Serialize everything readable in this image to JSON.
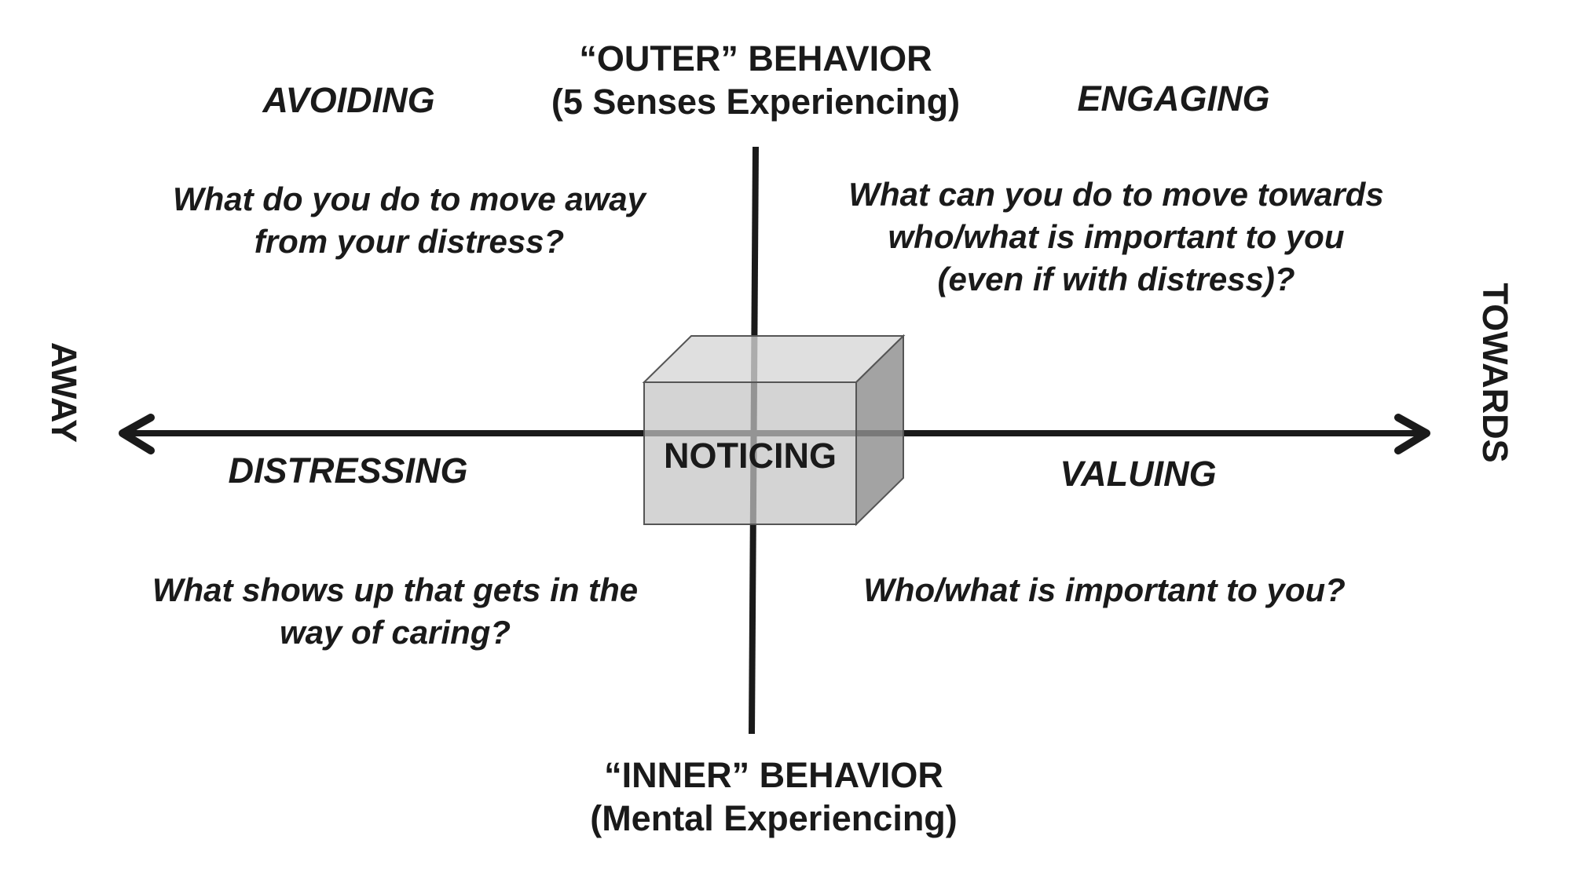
{
  "outer": {
    "title": "“OUTER” BEHAVIOR",
    "subtitle": "(5 Senses Experiencing)"
  },
  "inner": {
    "title": "“INNER” BEHAVIOR",
    "subtitle": "(Mental Experiencing)"
  },
  "sides": {
    "left": "AWAY",
    "right": "TOWARDS"
  },
  "center": "NOTICING",
  "quadrants": {
    "top_left": {
      "name": "AVOIDING",
      "question": [
        "What do you do to move away",
        "from your distress?"
      ]
    },
    "top_right": {
      "name": "ENGAGING",
      "question": [
        "What can you do to move towards",
        "who/what is important to you",
        "(even if with distress)?"
      ]
    },
    "bottom_left": {
      "name": "DISTRESSING",
      "question": [
        "What shows up that gets in the",
        "way of caring?"
      ]
    },
    "bottom_right": {
      "name": "VALUING",
      "question": [
        "Who/what is important to you?"
      ]
    }
  },
  "colors": {
    "line": "#1a1a1a",
    "cube_front": "#c9c9c9",
    "cube_top": "#d9d9d9",
    "cube_side": "#9a9a9a",
    "cube_edge": "#555555"
  }
}
